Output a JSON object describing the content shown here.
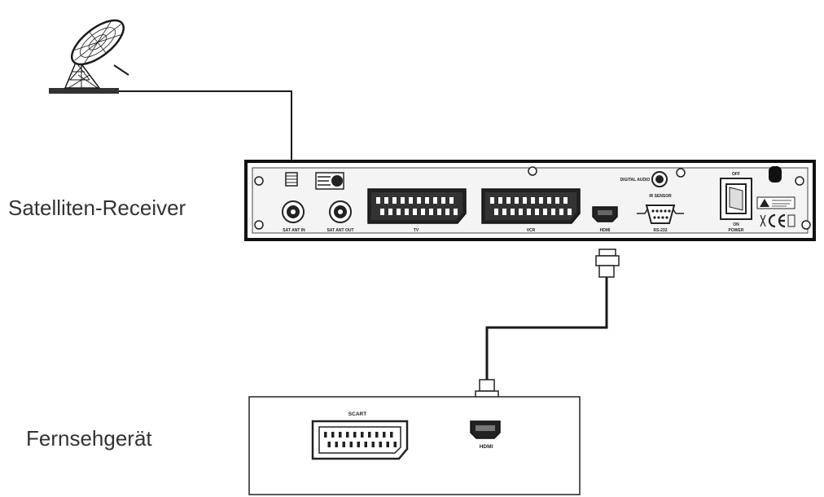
{
  "labels": {
    "receiver": "Satelliten-Receiver",
    "tv": "Fernsehgerät"
  },
  "receiver_panel": {
    "sat_ant_in": "SAT ANT IN",
    "sat_ant_out": "SAT ANT OUT",
    "tv_scart": "TV",
    "vcr_scart": "VCR",
    "hdmi": "HDMI",
    "digital_audio": "DIGITAL AUDIO",
    "ir_sensor": "IR SENSOR",
    "rs232": "RS-232",
    "switch_top": "OFF",
    "switch_bottom": "ON",
    "power": "POWER"
  },
  "tv_panel": {
    "scart": "SCART",
    "hdmi": "HDMI"
  },
  "colors": {
    "line": "#1a1a1a",
    "text": "#333333"
  }
}
